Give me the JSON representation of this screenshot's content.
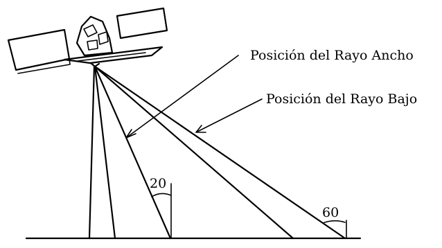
{
  "labels": {
    "wide_beam": "Posición del Rayo Ancho",
    "low_beam": "Posición del Rayo Bajo",
    "angle_near": "20",
    "angle_far": "60"
  },
  "colors": {
    "ink": "#000000",
    "background": "#ffffff"
  }
}
